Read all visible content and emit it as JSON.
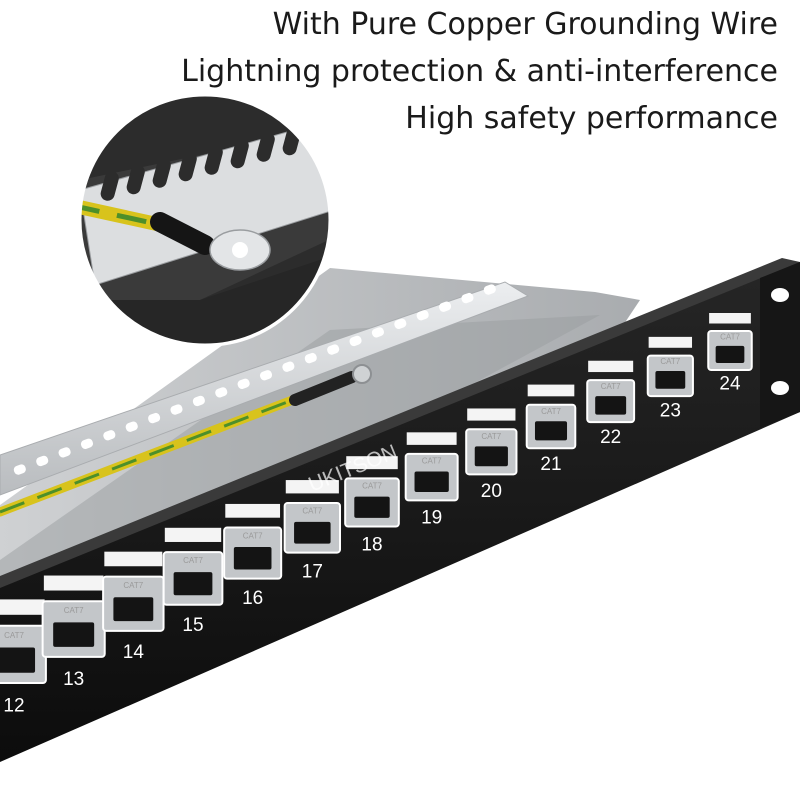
{
  "headline": {
    "line1": "With Pure Copper Grounding Wire",
    "line2": "Lightning protection & anti-interference",
    "line3": "High safety performance"
  },
  "watermark": "UKITSON",
  "ports": {
    "numbers": [
      "12",
      "13",
      "14",
      "15",
      "16",
      "17",
      "18",
      "19",
      "20",
      "21",
      "22",
      "23",
      "24"
    ],
    "jack_label": "CAT7"
  },
  "colors": {
    "panel_face": "#121212",
    "metal_bar": "#d6d8da",
    "ground_wire_yellow": "#d8c31c",
    "ground_wire_green": "#4d8f2a",
    "inset_background": "#2c2c2c"
  }
}
